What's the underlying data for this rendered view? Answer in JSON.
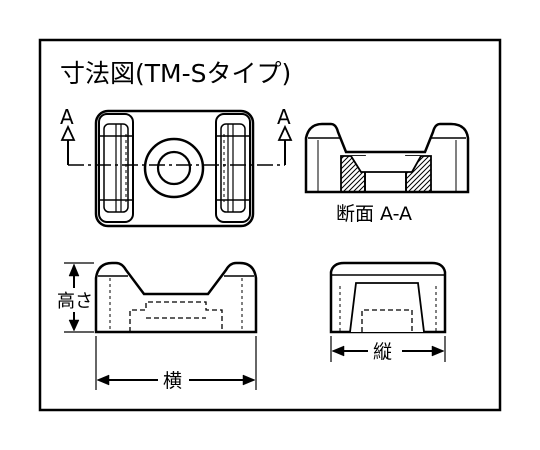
{
  "title": "寸法図(TM-Sタイプ)",
  "section_marker_left": "A",
  "section_marker_right": "A",
  "section_caption": "断面 A-A",
  "height_label": "高さ",
  "depth_label": "縦",
  "width_label": "横",
  "colors": {
    "line": "#000000",
    "body_fill": "#ffffff",
    "background": "#ffffff"
  }
}
